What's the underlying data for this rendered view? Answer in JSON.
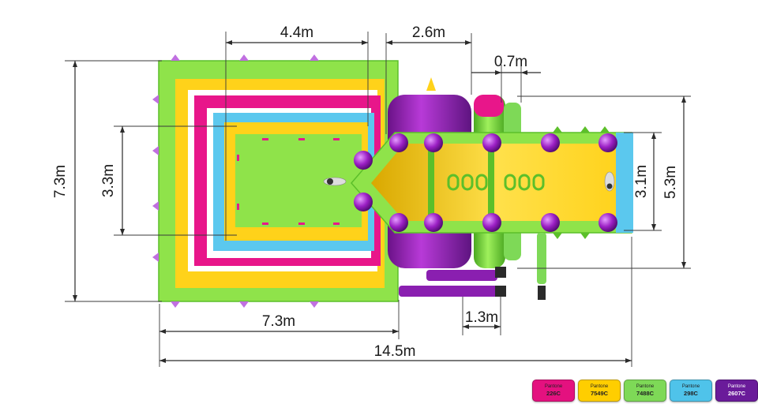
{
  "dimensions": {
    "top_left_width": "4.4m",
    "top_mid_width": "2.6m",
    "gap_width": "0.7m",
    "left_height": "7.3m",
    "inner_height": "3.3m",
    "right_inner_height": "3.1m",
    "right_outer_height": "5.3m",
    "bottom_left_width": "7.3m",
    "bottom_small_width": "1.3m",
    "total_length": "14.5m"
  },
  "pantone": {
    "label": "Pantone",
    "swatches": [
      {
        "code": "226C",
        "color": "#e4117f"
      },
      {
        "code": "7549C",
        "color": "#ffce00"
      },
      {
        "code": "7488C",
        "color": "#7ed957"
      },
      {
        "code": "298C",
        "color": "#4fc3ea"
      },
      {
        "code": "2607C",
        "color": "#6a1b9a"
      }
    ]
  },
  "colors": {
    "green": "#8fe34a",
    "dark_green": "#5cbf2a",
    "yellow": "#ffd21a",
    "magenta": "#e8168a",
    "cyan": "#5bc8ee",
    "purple": "#8a1fb0",
    "dark_purple": "#5e1480"
  }
}
